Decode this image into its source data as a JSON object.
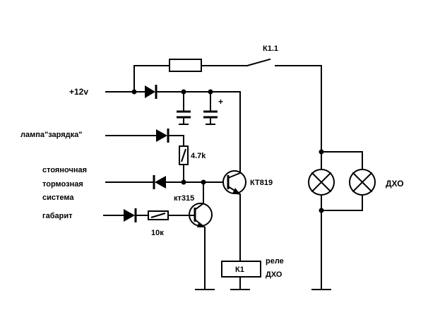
{
  "inputs": {
    "supply": "+12v",
    "charge_lamp": "лампа\"зарядка\"",
    "parking_brake_line1": "стояночная",
    "parking_brake_line2": "тормозная",
    "parking_brake_line3": "система",
    "side_lights": "габарит"
  },
  "components": {
    "relay_contact": "К1.1",
    "resistor_top": "4.7k",
    "resistor_bottom": "10к",
    "transistor_small": "кт315",
    "transistor_power": "КТ819",
    "relay_coil": "К1",
    "relay_caption_line1": "реле",
    "relay_caption_line2": "ДХО",
    "lamps_label": "ДХО",
    "capacitor_polarity": "+"
  }
}
